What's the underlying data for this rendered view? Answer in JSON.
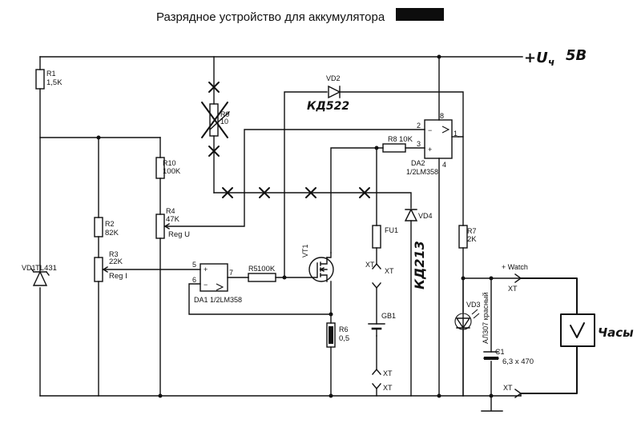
{
  "title": "Разрядное устройство для аккумулятора",
  "supply": {
    "label": "+U",
    "sub": "ч",
    "value": "5В"
  },
  "labels": {
    "r1": "R1",
    "r1v": "1,5K",
    "r2": "R2",
    "r2v": "82K",
    "r3": "R3",
    "r3v": "22K",
    "r3f": "Reg I",
    "r4": "R4",
    "r4v": "47K",
    "r4f": "Reg U",
    "r5": "R5",
    "r5v": "100K",
    "r6": "R6",
    "r6v": "0,5",
    "r7": "R7",
    "r7v": "2K",
    "r8": "R8",
    "r8v": "10K",
    "r9": "R9",
    "r9v": "10",
    "r10": "R10",
    "r10v": "100K",
    "vd1": "VD1",
    "vd1v": "TL431",
    "vd2": "VD2",
    "vd2v": "КД522",
    "vd3": "VD3",
    "vd3v": "АЛ307 красный",
    "vd4": "VD4",
    "vd4v": "КД213",
    "da1": "DA1",
    "da1v": "1/2LM358",
    "da2": "DA2",
    "da2v": "1/2LM358",
    "vt1": "VT1",
    "fu1": "FU1",
    "gb1": "GB1",
    "c1": "C1",
    "c1v": "6,3 x 470",
    "xt": "XT",
    "watch": "+ Watch",
    "clock": "Часы",
    "pin_da1_inp": "5",
    "pin_da1_inn": "6",
    "pin_da1_out": "7",
    "pin_da2_inn": "2",
    "pin_da2_inp": "3",
    "pin_da2_out": "1",
    "pin_da2_vcc": "8",
    "pin_da2_gnd": "4"
  }
}
